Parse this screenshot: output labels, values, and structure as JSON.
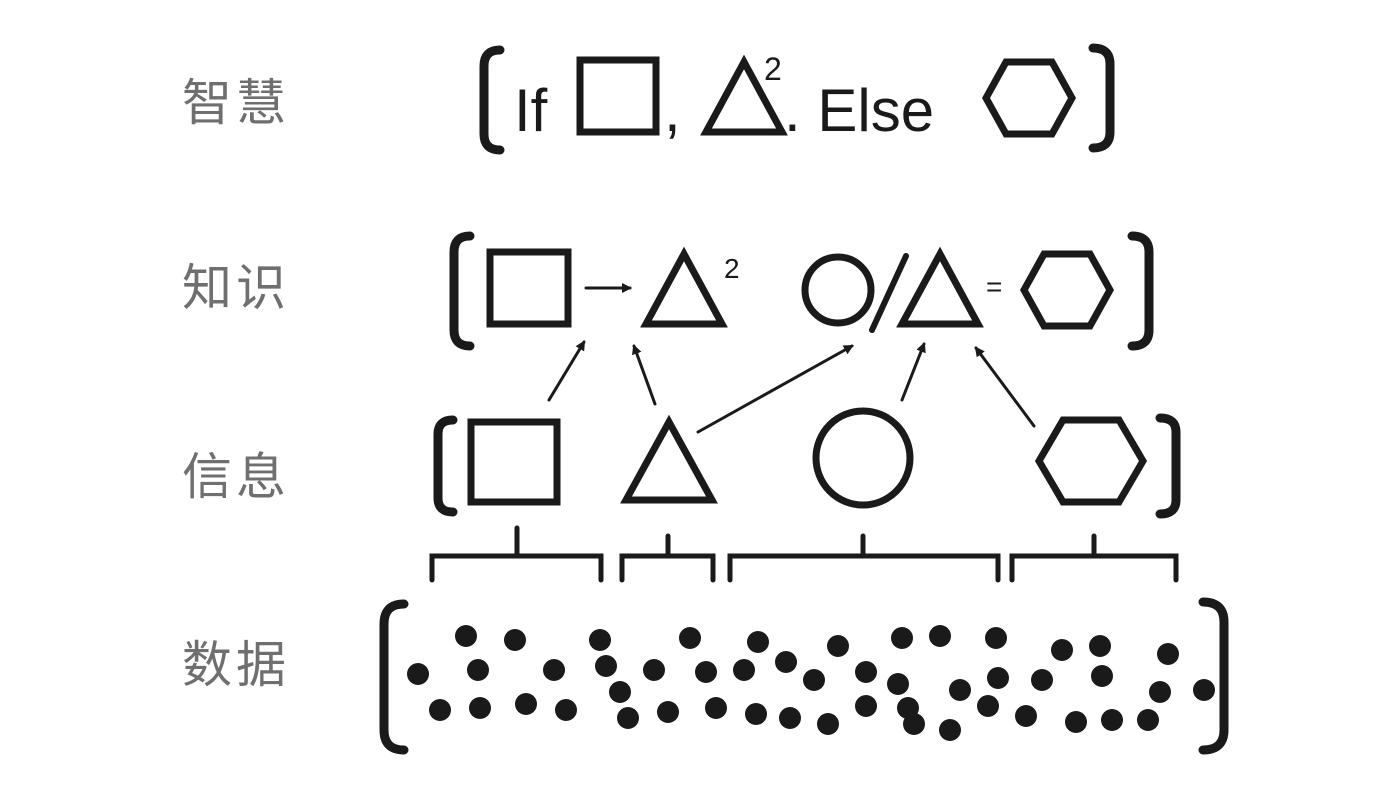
{
  "levels": {
    "wisdom": "智慧",
    "knowledge": "知识",
    "information": "信息",
    "data": "数据"
  },
  "wisdom_row": {
    "if_text": "If",
    "comma": ",",
    "exponent": "2",
    "else_text": ". Else"
  },
  "knowledge_row": {
    "exponent": "2",
    "equals": "="
  },
  "shapes": [
    "square",
    "triangle",
    "circle",
    "hexagon"
  ],
  "colors": {
    "ink": "#1a1a1a",
    "label": "#6f6f6f"
  }
}
